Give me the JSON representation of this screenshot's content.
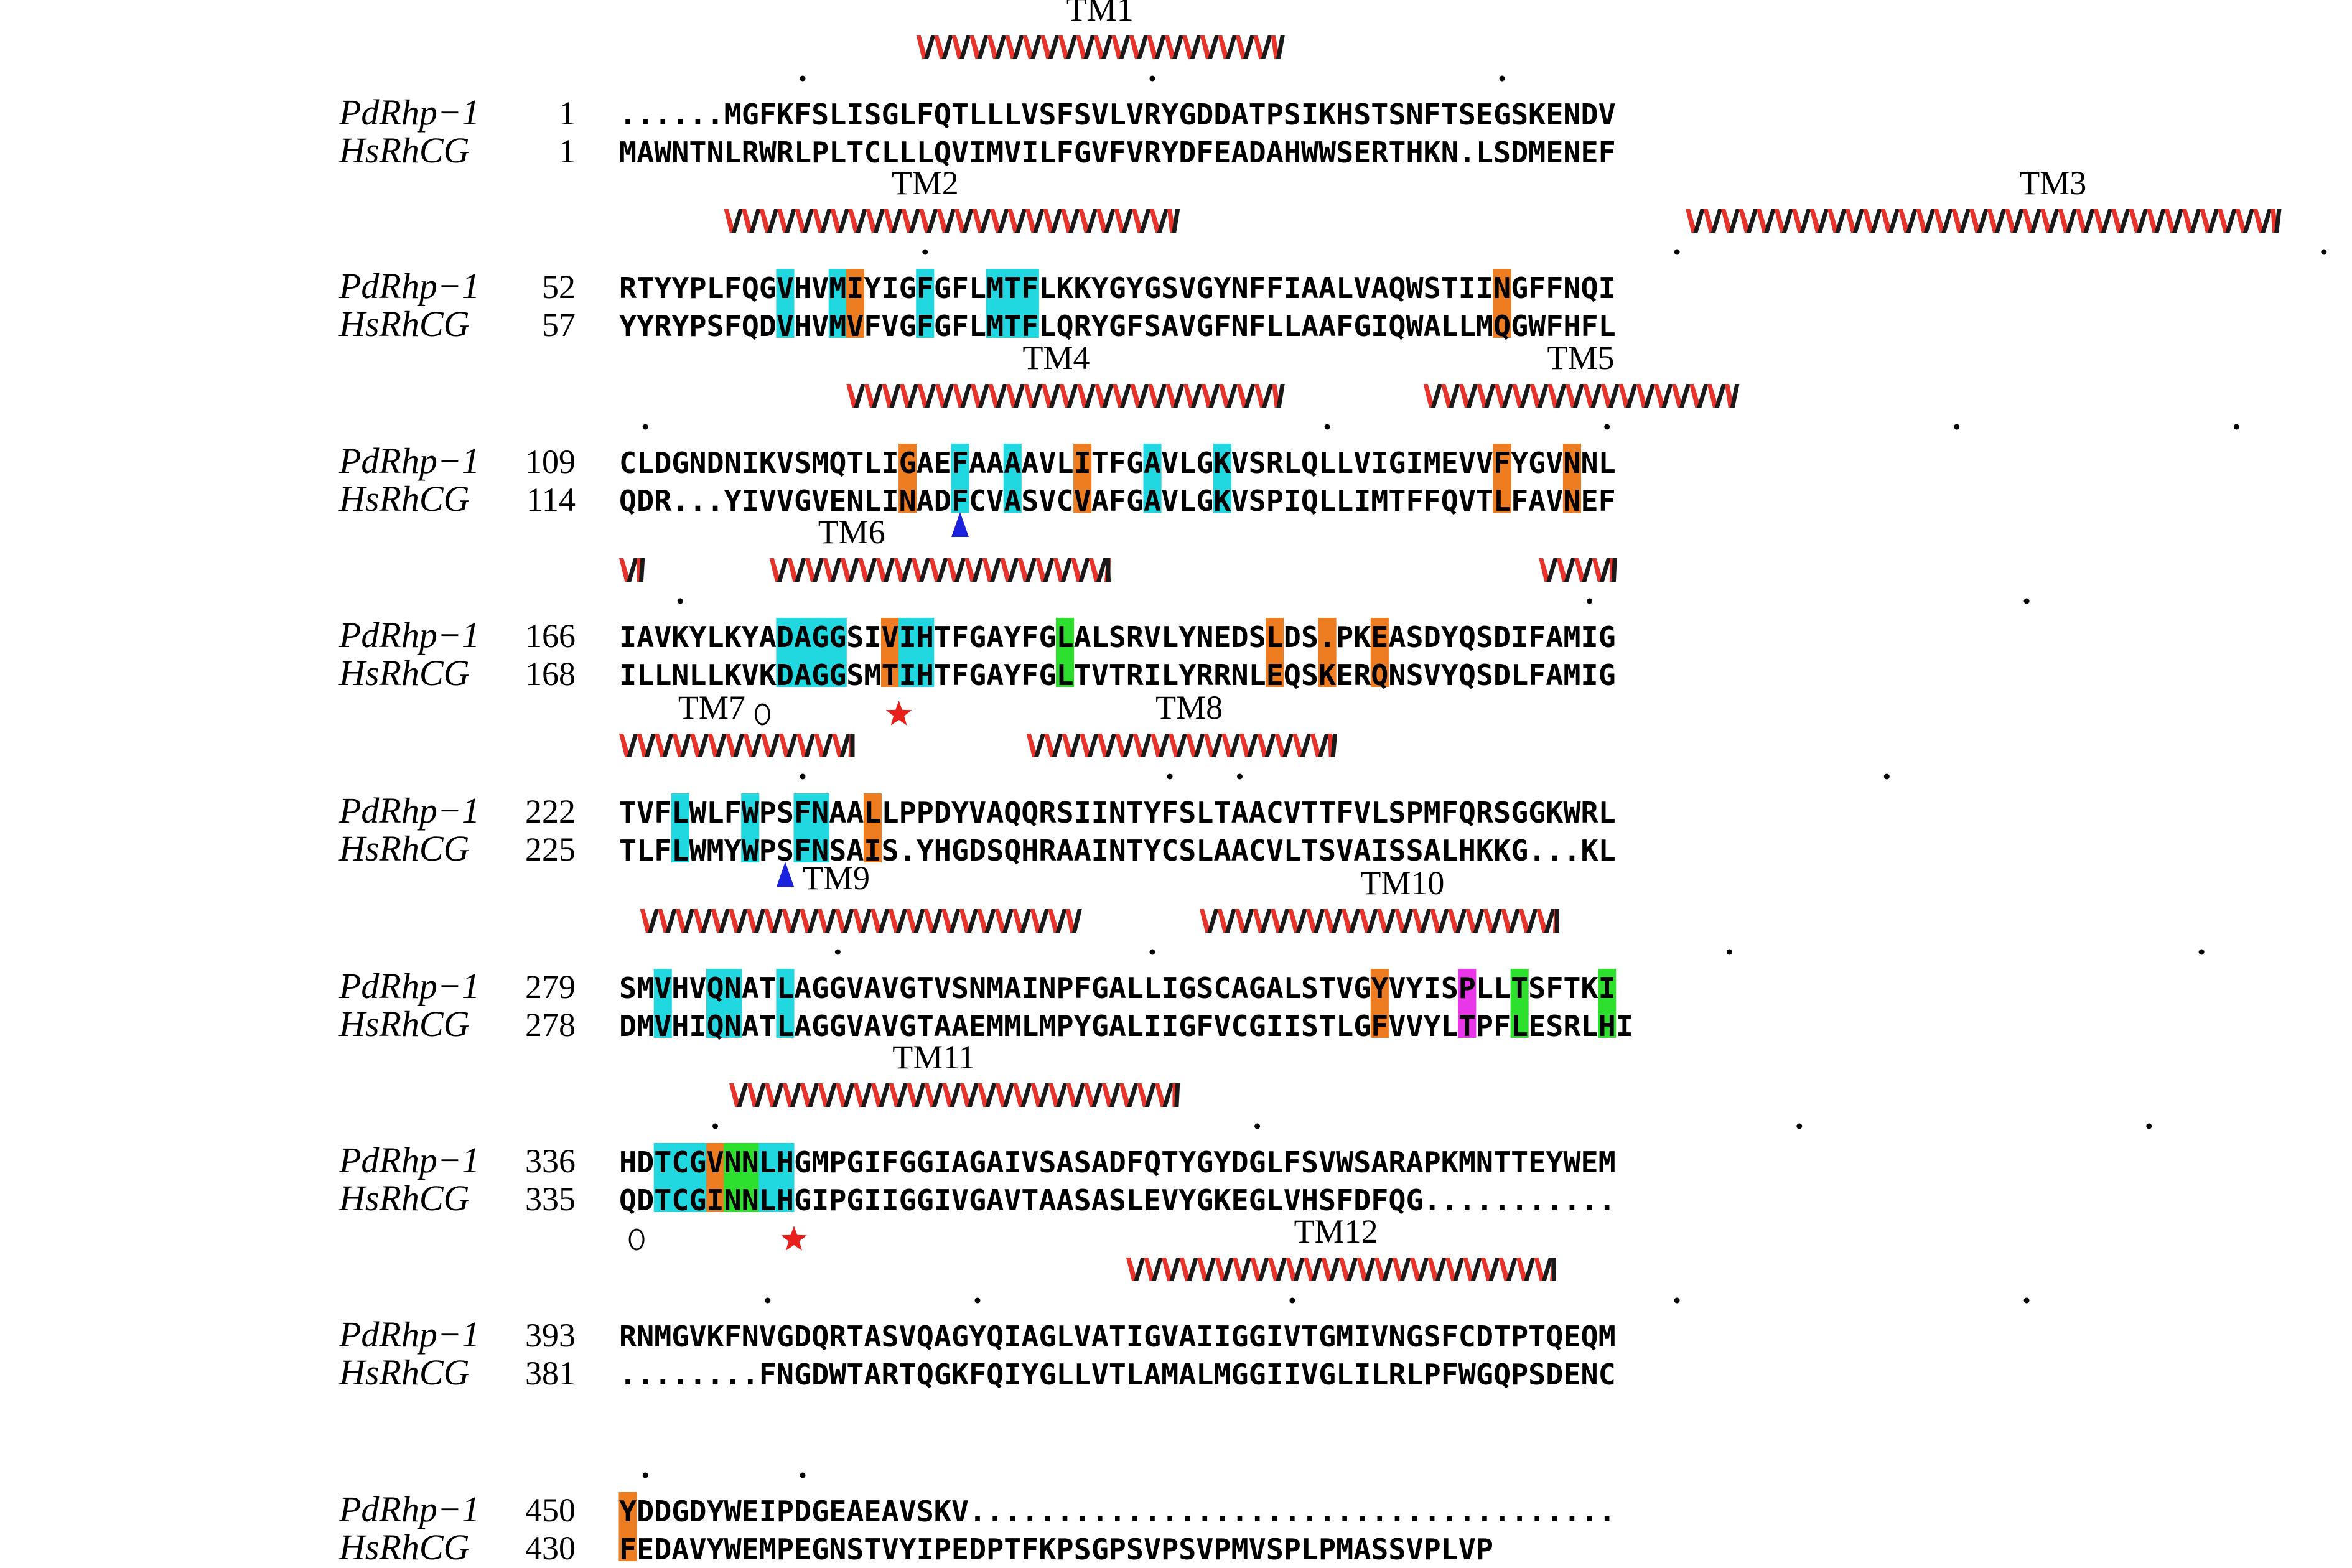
{
  "colors": {
    "cyan": "#22d8e0",
    "orange": "#ee7d22",
    "green": "#2de02d",
    "magenta": "#e836e8",
    "helix_red": "#e8332b",
    "helix_black": "#1a1a1a",
    "triangle_dark": "#5a1a1a",
    "triangle_blue": "#1a22dd",
    "star_red": "#e8201c"
  },
  "sequence_names": [
    "PdRhp−1",
    "HsRhCG"
  ],
  "blocks": [
    {
      "start_pd": "1",
      "start_hs": "1",
      "pd": "......MGFKFSLISGLFQTLLLVSFSVLVRYGDDATPSIKHSTSNFTSEGSKENDV",
      "hs": "MAWNTNLRWRLPLTCLLLQVIMVILFGVFVRYDFEADAHWWSERTHKN.LSDMENEF",
      "highlights": [],
      "dots": [
        10,
        30,
        50
      ],
      "helices": [
        {
          "start": 17,
          "end": 38
        }
      ],
      "tm_labels": [
        {
          "text": "TM1",
          "col": 27.5
        }
      ],
      "markers_below": [
        {
          "type": "triangle_dark",
          "col": 42.5
        },
        {
          "type": "triangle_dark",
          "col": 47.5
        }
      ]
    },
    {
      "start_pd": "52",
      "start_hs": "57",
      "pd": "RTYYPLFQGVHVMIYIGFGFLMTFLKKYGYGSVGYNFFIAALVAQWSTIINGFFNQI",
      "hs": "YYRYPSFQDVHVMVFVGFGFLMTFLQRYGFSAVGFNFLLAAFGIQWALLMQGWFHFL",
      "highlights": [
        {
          "col": 9,
          "color": "cyan"
        },
        {
          "col": 12,
          "color": "cyan"
        },
        {
          "col": 13,
          "color": "orange"
        },
        {
          "col": 17,
          "color": "cyan"
        },
        {
          "col": 21,
          "color": "cyan"
        },
        {
          "col": 22,
          "color": "cyan"
        },
        {
          "col": 23,
          "color": "cyan"
        },
        {
          "col": 50,
          "color": "orange"
        }
      ],
      "dots": [
        17,
        60,
        97,
        130
      ],
      "helices": [
        {
          "start": 6,
          "end": 32
        },
        {
          "start": 61,
          "end": 95
        }
      ],
      "tm_labels": [
        {
          "text": "TM2",
          "col": 17.5
        },
        {
          "text": "TM3",
          "col": 82
        }
      ],
      "markers_below": []
    },
    {
      "start_pd": "109",
      "start_hs": "114",
      "pd": "CLDGNDNIKVSMQTLIGAEFAAAAVLITFGAVLGKVSRLQLLVIGIMEVVFYGVNNL",
      "hs": "QDR...YIVVGVENLINADFCVASVCVAFGAVLGKVSPIQLLIMTFFQVTLFAVNEF",
      "highlights": [
        {
          "col": 16,
          "color": "orange"
        },
        {
          "col": 19,
          "color": "cyan"
        },
        {
          "col": 22,
          "color": "cyan"
        },
        {
          "col": 26,
          "color": "orange"
        },
        {
          "col": 30,
          "color": "cyan"
        },
        {
          "col": 34,
          "color": "cyan"
        },
        {
          "col": 50,
          "color": "orange"
        },
        {
          "col": 54,
          "color": "orange"
        }
      ],
      "dots": [
        1,
        40,
        56,
        76,
        92
      ],
      "helices": [
        {
          "start": 13,
          "end": 38
        },
        {
          "start": 46,
          "end": 64
        }
      ],
      "tm_labels": [
        {
          "text": "TM4",
          "col": 25
        },
        {
          "text": "TM5",
          "col": 55
        }
      ],
      "markers_below": [
        {
          "type": "triangle_blue",
          "col": 19.5
        }
      ]
    },
    {
      "start_pd": "166",
      "start_hs": "168",
      "pd": "IAVKYLKYADAGGSIVIHTFGAYFGLALSRVLYNEDSLDS.PKEASDYQSDIFAMIG",
      "hs": "ILLNLLKVKDAGGSMTIHTFGAYFGLTVTRILYRRNLEQSKERQNSVYQSDLFAMIG",
      "highlights": [
        {
          "col": 9,
          "color": "cyan"
        },
        {
          "col": 10,
          "color": "cyan"
        },
        {
          "col": 11,
          "color": "cyan"
        },
        {
          "col": 12,
          "color": "cyan"
        },
        {
          "col": 15,
          "color": "orange"
        },
        {
          "col": 16,
          "color": "cyan"
        },
        {
          "col": 17,
          "color": "cyan"
        },
        {
          "col": 25,
          "color": "green"
        },
        {
          "col": 37,
          "color": "orange"
        },
        {
          "col": 40,
          "color": "orange"
        },
        {
          "col": 43,
          "color": "orange"
        }
      ],
      "dots": [
        3,
        55,
        80
      ],
      "helices": [
        {
          "start": 0,
          "end": 1.4
        },
        {
          "start": 8.6,
          "end": 28
        },
        {
          "start": 52.6,
          "end": 57
        }
      ],
      "tm_labels": [
        {
          "text": "TM6",
          "col": 13.3
        }
      ],
      "markers_below": [
        {
          "type": "circle",
          "col": 8.2
        },
        {
          "type": "star",
          "col": 16
        }
      ]
    },
    {
      "start_pd": "222",
      "start_hs": "225",
      "pd": "TVFLWLFWPSFNAALLPPDYVAQQRSIINTYFSLTAACVTTFVLSPMFQRSGGKWRL",
      "hs": "TLFLWMYWPSFNSAIS.YHGDSQHRAAINTYCSLAACVLTSVAISSALHKKG...KL",
      "highlights": [
        {
          "col": 3,
          "color": "cyan"
        },
        {
          "col": 7,
          "color": "cyan"
        },
        {
          "col": 10,
          "color": "cyan"
        },
        {
          "col": 11,
          "color": "cyan"
        },
        {
          "col": 14,
          "color": "orange"
        }
      ],
      "dots": [
        10,
        31,
        35,
        72
      ],
      "helices": [
        {
          "start": 0,
          "end": 13.4
        },
        {
          "start": 23.3,
          "end": 41
        }
      ],
      "tm_labels": [
        {
          "text": "TM7",
          "col": 5.3
        },
        {
          "text": "TM8",
          "col": 32.6
        }
      ],
      "markers_below": [
        {
          "type": "triangle_blue",
          "col": 9.5,
          "label": "TM9"
        }
      ]
    },
    {
      "start_pd": "279",
      "start_hs": "278",
      "pd": "SMVHVQNATLAGGVAVGTVSNMAINPFGALLIGSCAGALSTVGYVYISPLLTSFTKI",
      "hs": "DMVHIQNATLAGGVAVGTAAEMMLMPYGALIIGFVCGIISTLGFVVYLTPFLESRLHI",
      "highlights": [
        {
          "col": 2,
          "color": "cyan"
        },
        {
          "col": 5,
          "color": "cyan"
        },
        {
          "col": 6,
          "color": "cyan"
        },
        {
          "col": 9,
          "color": "cyan"
        },
        {
          "col": 43,
          "color": "orange"
        },
        {
          "col": 48,
          "color": "magenta"
        },
        {
          "col": 51,
          "color": "green"
        },
        {
          "col": 56,
          "color": "green"
        }
      ],
      "dots": [
        12,
        30,
        63,
        90,
        110
      ],
      "helices": [
        {
          "start": 1.2,
          "end": 26.4
        },
        {
          "start": 33.2,
          "end": 53.7
        }
      ],
      "tm_labels": [
        {
          "text": "TM10",
          "col": 44.8
        }
      ],
      "markers_below": []
    },
    {
      "start_pd": "336",
      "start_hs": "335",
      "pd": "HDTCGVNNLHGMPGIFGGIAGAIVSASADFQTYGYDGLFSVWSARAPKMNTTEYWEM",
      "hs": "QDTCGINNLHGIPGIIGGIVGAVTAASASLEVYGKEGLVHSFDFQG...........",
      "highlights": [
        {
          "col": 2,
          "color": "cyan"
        },
        {
          "col": 3,
          "color": "cyan"
        },
        {
          "col": 4,
          "color": "cyan"
        },
        {
          "col": 5,
          "color": "orange"
        },
        {
          "col": 6,
          "color": "green"
        },
        {
          "col": 7,
          "color": "green"
        },
        {
          "col": 8,
          "color": "cyan"
        },
        {
          "col": 9,
          "color": "cyan"
        }
      ],
      "dots": [
        5,
        36,
        67,
        87,
        110
      ],
      "helices": [
        {
          "start": 6.3,
          "end": 32
        }
      ],
      "tm_labels": [
        {
          "text": "TM11",
          "col": 18
        }
      ],
      "markers_below": [
        {
          "type": "circle",
          "col": 1
        },
        {
          "type": "star",
          "col": 10
        }
      ]
    },
    {
      "start_pd": "393",
      "start_hs": "381",
      "pd": "RNMGVKFNVGDQRTASVQAGYQIAGLVATIGVAIIGGIVTGMIVNGSFCDTPTQEQM",
      "hs": "........FNGDWTARTQGKFQIYGLLVTLAMALMGGIIVGLILRLPFWGQPSDENC",
      "highlights": [],
      "dots": [
        8,
        20,
        38,
        60,
        80,
        102
      ],
      "helices": [
        {
          "start": 29,
          "end": 53.5
        }
      ],
      "tm_labels": [
        {
          "text": "TM12",
          "col": 41
        }
      ],
      "markers_below": []
    },
    {
      "start_pd": "450",
      "start_hs": "430",
      "pd": "YDDGDYWEIPDGEAEAVSKV.....................................",
      "hs": "FEDAVYWEMPEGNSTVYIPEDPTFKPSGPSVPSVPMVSPLPMASSVPLVP",
      "highlights": [
        {
          "col": 0,
          "color": "orange"
        }
      ],
      "dots": [
        1,
        10
      ],
      "helices": [],
      "tm_labels": [],
      "markers_below": []
    }
  ]
}
